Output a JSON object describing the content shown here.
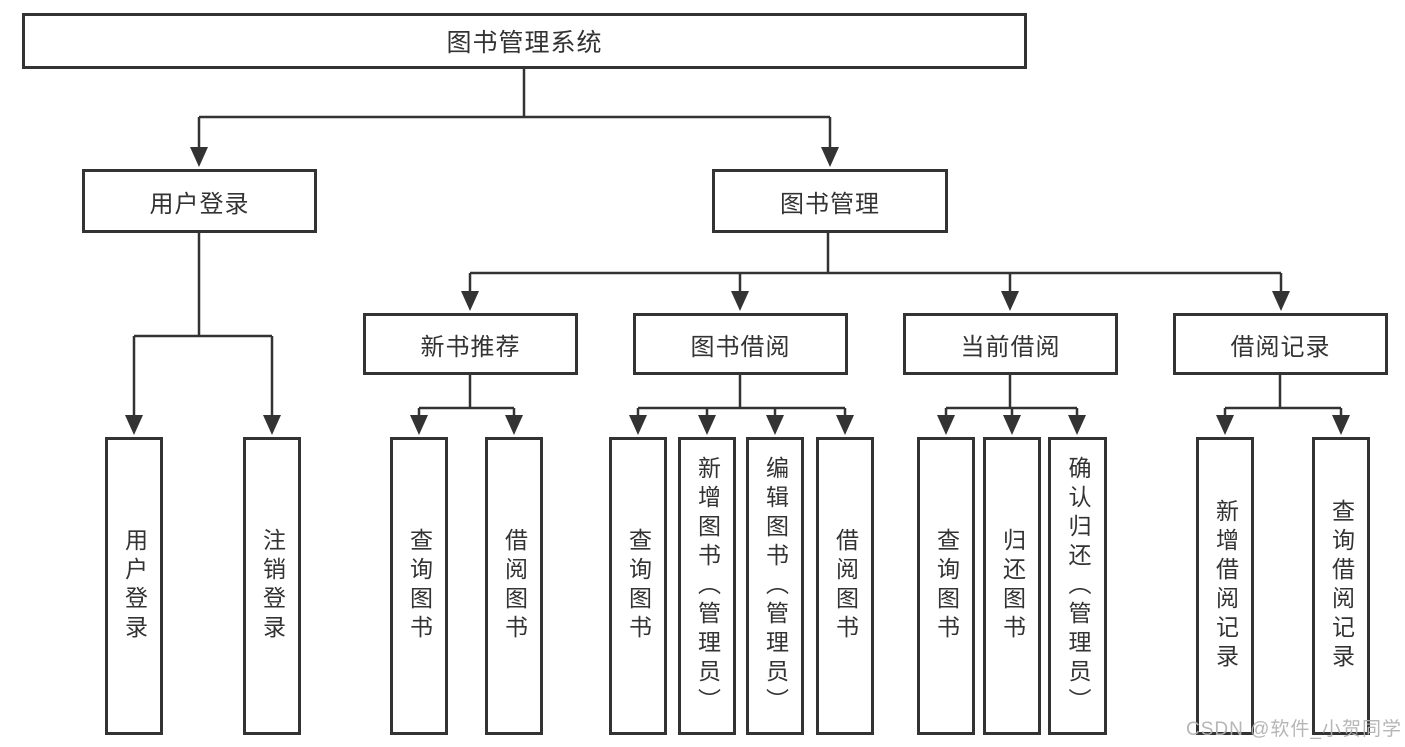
{
  "tree": {
    "label": "图书管理系统",
    "children": [
      {
        "label": "用户登录",
        "children": [
          {
            "label": "用户登录"
          },
          {
            "label": "注销登录"
          }
        ]
      },
      {
        "label": "图书管理",
        "children": [
          {
            "label": "新书推荐",
            "children": [
              {
                "label": "查询图书"
              },
              {
                "label": "借阅图书"
              }
            ]
          },
          {
            "label": "图书借阅",
            "children": [
              {
                "label": "查询图书"
              },
              {
                "label": "新增图书（管理员）"
              },
              {
                "label": "编辑图书（管理员）"
              },
              {
                "label": "借阅图书"
              }
            ]
          },
          {
            "label": "当前借阅",
            "children": [
              {
                "label": "查询图书"
              },
              {
                "label": "归还图书"
              },
              {
                "label": "确认归还（管理员）"
              }
            ]
          },
          {
            "label": "借阅记录",
            "children": [
              {
                "label": "新增借阅记录"
              },
              {
                "label": "查询借阅记录"
              }
            ]
          }
        ]
      }
    ]
  },
  "watermark": {
    "text": "CSDN @软件_小贺同学",
    "color": "#b2b2b2"
  },
  "style": {
    "line_color": "#333333",
    "text_color": "#333333",
    "background": "#ffffff"
  }
}
